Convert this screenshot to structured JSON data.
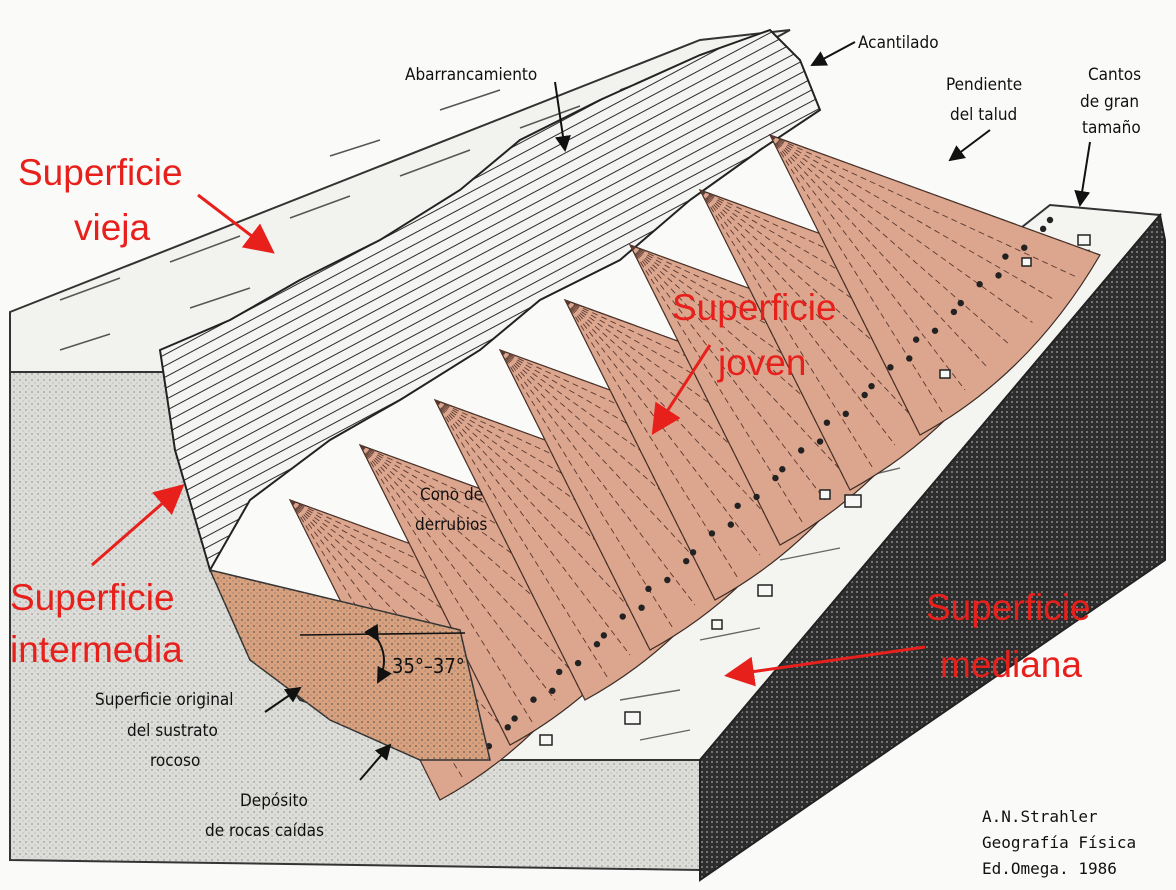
{
  "colors": {
    "debris": "#dca58e",
    "cliff_hatch": "#2a2a2a",
    "deposit": "#d89a77",
    "annotation_red": "#e8201c",
    "bedrock": "#d9d9d6",
    "side_dark": "#3a3a3a"
  },
  "labels": {
    "acantilado": "Acantilado",
    "abarrancamiento": "Abarrancamiento",
    "pendiente_1": "Pendiente",
    "pendiente_2": "del talud",
    "cantos_1": "Cantos",
    "cantos_2": "de gran",
    "cantos_3": "tamaño",
    "cono_1": "Cono de",
    "cono_2": "derrubios",
    "angle": "35°–37°",
    "original_1": "Superficie original",
    "original_2": "del sustrato",
    "original_3": "rocoso",
    "deposito_1": "Depósito",
    "deposito_2": "de rocas caídas"
  },
  "annotations": {
    "vieja_1": "Superficie",
    "vieja_2": "vieja",
    "joven_1": "Superficie",
    "joven_2": "joven",
    "intermedia_1": "Superficie",
    "intermedia_2": "intermedia",
    "mediana_1": "Superficie",
    "mediana_2": "mediana"
  },
  "credit": {
    "line1": "A.N.Strahler",
    "line2": "Geografía Física",
    "line3": "Ed.Omega. 1986"
  }
}
